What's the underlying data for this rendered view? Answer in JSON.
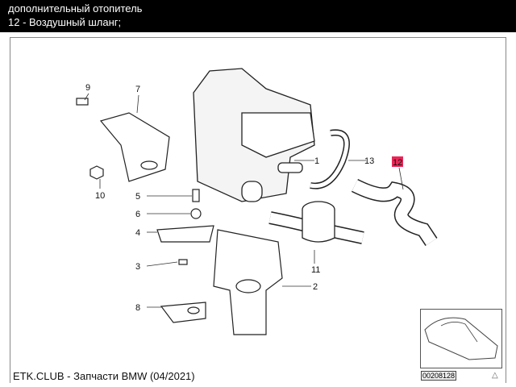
{
  "header": {
    "title": "дополнительный отопитель",
    "selected_part": "12 - Воздушный шланг;"
  },
  "callouts": {
    "p1": "1",
    "p2": "2",
    "p3": "3",
    "p4": "4",
    "p5": "5",
    "p6": "6",
    "p7": "7",
    "p8": "8",
    "p9": "9",
    "p10": "10",
    "p11": "11",
    "p12": "12",
    "p13": "13"
  },
  "highlight_color": "#e8003a",
  "thumbnail": {
    "id": "00208128"
  },
  "footer": {
    "text": "ETK.CLUB - Запчасти BMW (04/2021)"
  }
}
